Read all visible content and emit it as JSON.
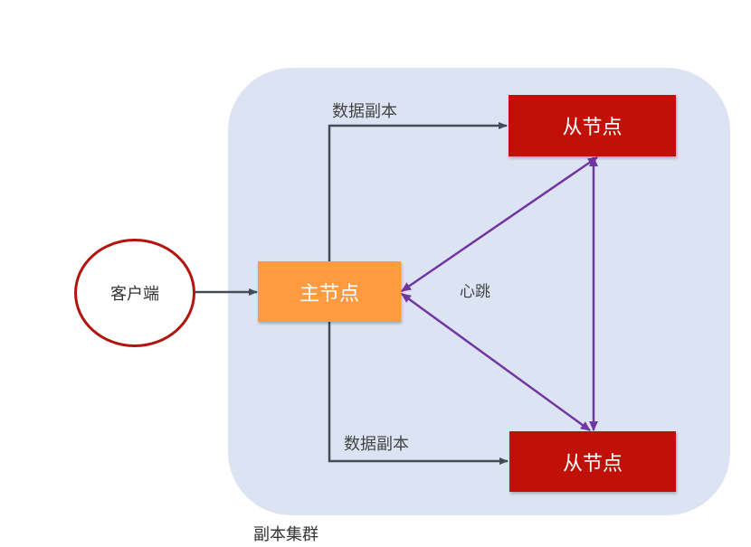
{
  "diagram": {
    "cluster_label": "副本集群",
    "client_label": "客户端",
    "primary_label": "主节点",
    "replica_top_label": "从节点",
    "replica_bottom_label": "从节点",
    "copy_top_label": "数据副本",
    "copy_bottom_label": "数据副本",
    "heartbeat_label": "心跳"
  },
  "colors": {
    "cluster_bg": "#dce4f3",
    "primary": "#fe9a40",
    "replica": "#c11008",
    "client_border": "#b3140d",
    "data_arrow": "#454a55",
    "heartbeat_arrow": "#7236a3"
  }
}
